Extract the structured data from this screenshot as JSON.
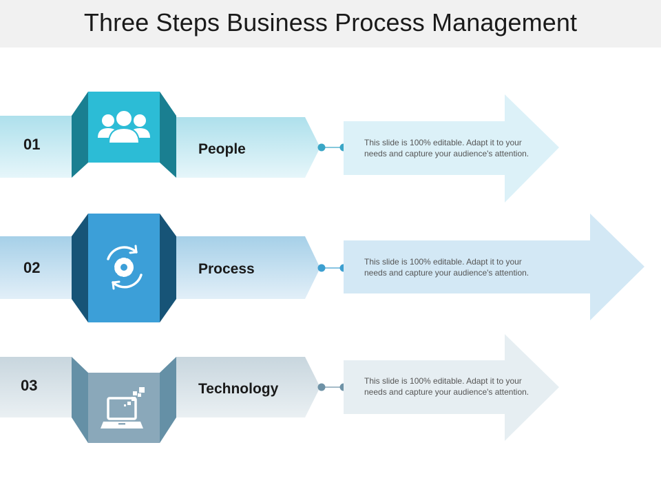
{
  "title": "Three Steps Business Process Management",
  "steps": [
    {
      "number": "01",
      "label": "People",
      "description_line1": "This slide is 100% editable. Adapt it to your",
      "description_line2": "needs and capture your audience's attention.",
      "icon": "people-group-icon",
      "colors": {
        "band_light": "#e6f6fa",
        "band_mid": "#aee0ec",
        "box": "#2cbcd6",
        "box_dark": "#1a7f91",
        "arrow": "#dcf1f8",
        "dot": "#3aa6c6"
      }
    },
    {
      "number": "02",
      "label": "Process",
      "description_line1": "This slide is 100% editable. Adapt it to your",
      "description_line2": "needs and capture your audience's attention.",
      "icon": "gear-cycle-icon",
      "colors": {
        "band_light": "#e2eff8",
        "band_mid": "#a6d0e8",
        "box": "#3c9fd8",
        "box_dark": "#175477",
        "arrow": "#d3e8f5",
        "dot": "#3c9fd0"
      }
    },
    {
      "number": "03",
      "label": "Technology",
      "description_line1": "This slide is 100% editable. Adapt it to your",
      "description_line2": "needs and capture your audience's attention.",
      "icon": "laptop-data-icon",
      "colors": {
        "band_light": "#eaf0f3",
        "band_mid": "#c8d6de",
        "box": "#8aa8ba",
        "box_dark": "#6590a6",
        "arrow": "#e6eef2",
        "dot": "#6e92a6"
      }
    }
  ]
}
